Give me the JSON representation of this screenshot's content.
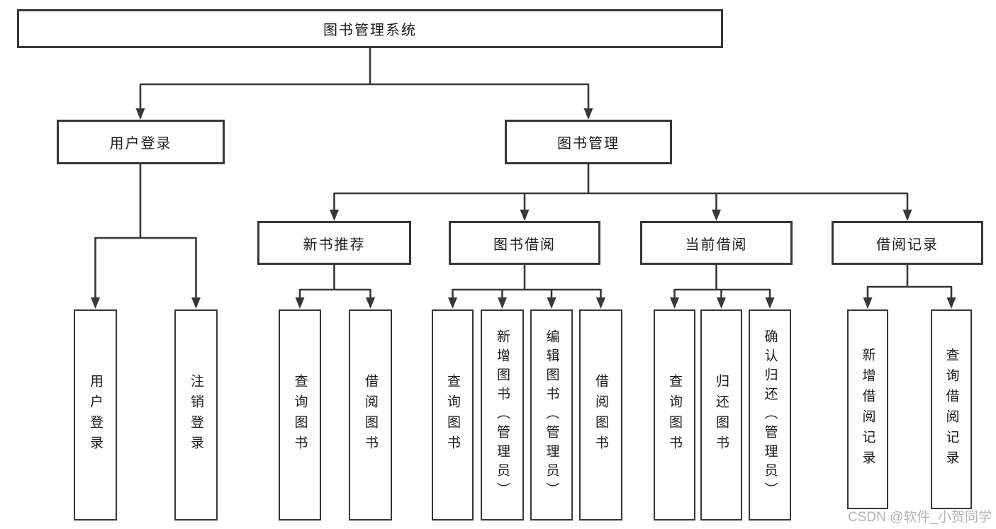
{
  "colors": {
    "line": "#373737",
    "text": "#1c1c1c",
    "box_background": "#ffffff",
    "watermark": "#b5b5b5"
  },
  "watermark": {
    "text": "CSDN @软件_小贺同学"
  },
  "hierarchy": {
    "label": "图书管理系统",
    "children": [
      {
        "label": "用户登录",
        "children": [
          {
            "label": "用户登录"
          },
          {
            "label": "注销登录"
          }
        ]
      },
      {
        "label": "图书管理",
        "children": [
          {
            "label": "新书推荐",
            "children": [
              {
                "label": "查询图书"
              },
              {
                "label": "借阅图书"
              }
            ]
          },
          {
            "label": "图书借阅",
            "children": [
              {
                "label": "查询图书"
              },
              {
                "label": "新增图书（管理员）"
              },
              {
                "label": "编辑图书（管理员）"
              },
              {
                "label": "借阅图书"
              }
            ]
          },
          {
            "label": "当前借阅",
            "children": [
              {
                "label": "查询图书"
              },
              {
                "label": "归还图书"
              },
              {
                "label": "确认归还（管理员）"
              }
            ]
          },
          {
            "label": "借阅记录",
            "children": [
              {
                "label": "新增借阅记录"
              },
              {
                "label": "查询借阅记录"
              }
            ]
          }
        ]
      }
    ]
  }
}
